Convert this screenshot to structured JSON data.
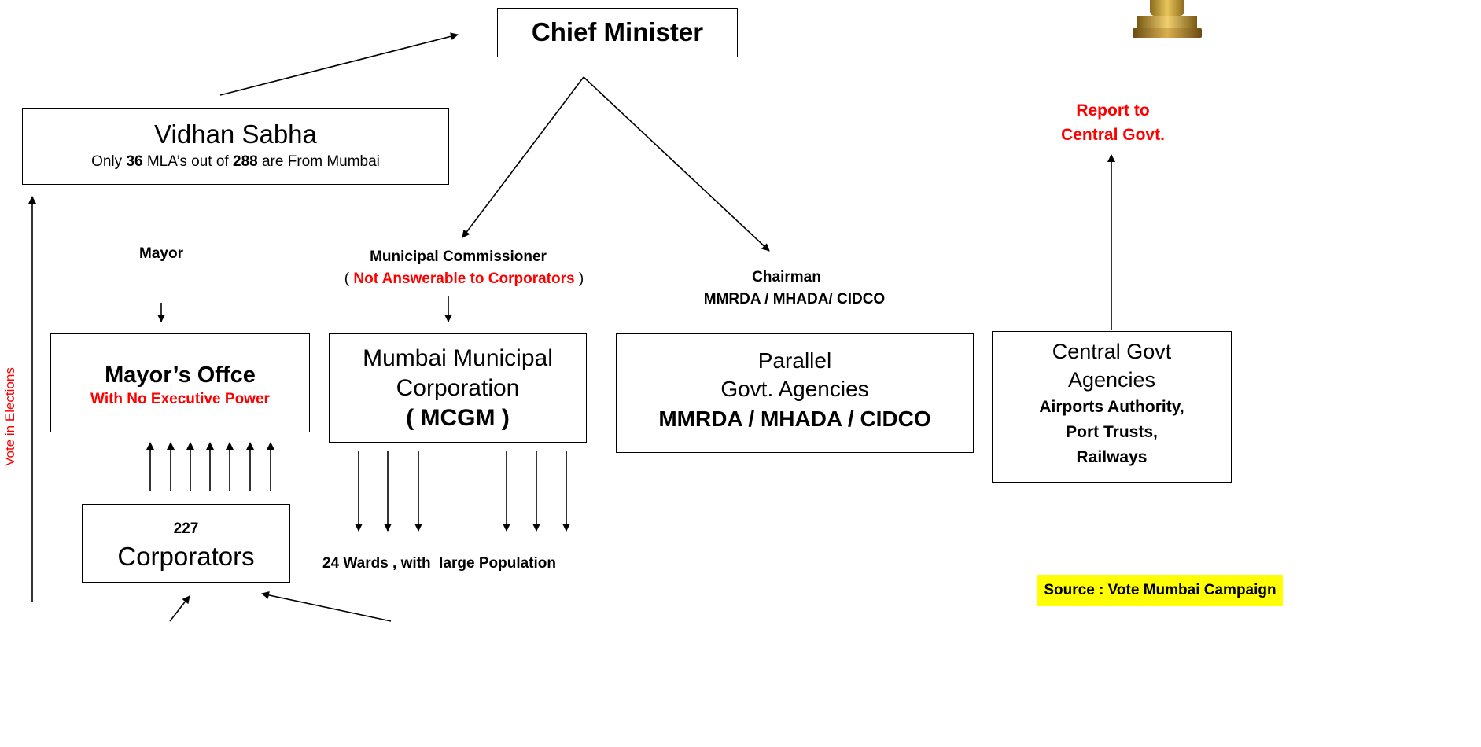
{
  "cm": "Chief Minister",
  "vidhan": {
    "title": "Vidhan Sabha",
    "line_pre": "Only ",
    "mla_count": "36",
    "line_mid": " MLA’s out of ",
    "total_count": "288",
    "line_post": " are From Mumbai"
  },
  "mayor": {
    "label": "Mayor",
    "office_title": "Mayor’s Offce",
    "office_sub": "With No Executive Power"
  },
  "commissioner": {
    "label": "Municipal Commissioner",
    "paren_open": "( ",
    "note": "Not Answerable to Corporators",
    "paren_close": " )"
  },
  "chairman": {
    "label": "Chairman",
    "agencies": "MMRDA / MHADA/ CIDCO"
  },
  "mcgm": {
    "line1": "Mumbai Municipal",
    "line2": "Corporation",
    "line3": "( MCGM )"
  },
  "parallel": {
    "line1": "Parallel",
    "line2": "Govt. Agencies",
    "line3": "MMRDA / MHADA / CIDCO"
  },
  "central": {
    "line1": "Central Govt",
    "line2": "Agencies",
    "line3": "Airports Authority,",
    "line4": "Port Trusts,",
    "line5": "Railways"
  },
  "report": {
    "line1": "Report to",
    "line2": "Central Govt."
  },
  "corporators": {
    "count": "227",
    "label": "Corporators"
  },
  "wards": "24 Wards , with  large Population",
  "vote": "Vote in Elections",
  "source": "Source : Vote Mumbai Campaign",
  "colors": {
    "red": "#ff0000",
    "source_bg": "#ffff00"
  }
}
